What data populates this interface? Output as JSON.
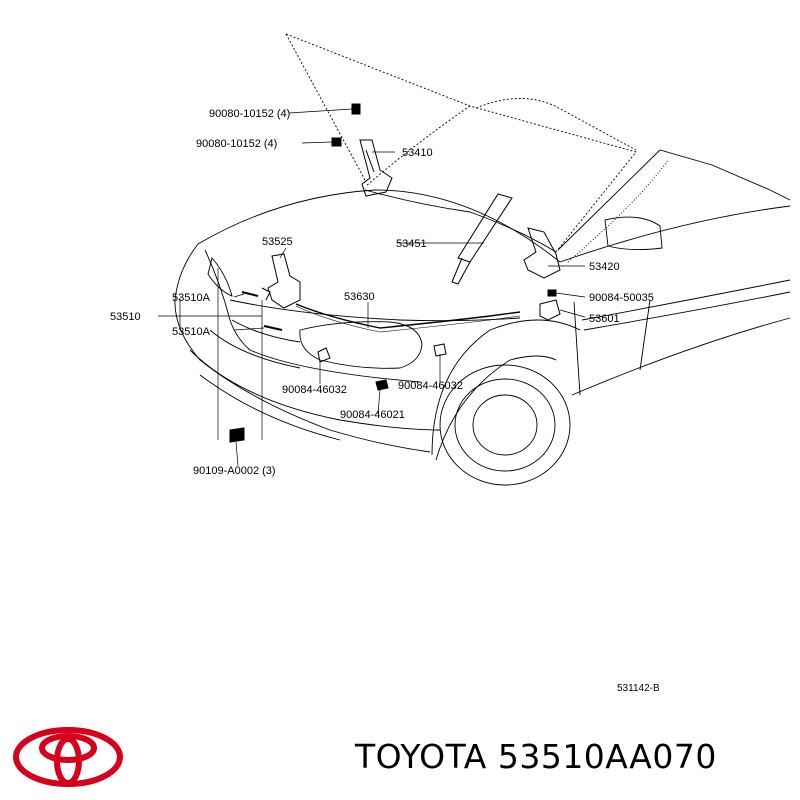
{
  "diagram": {
    "reference_code": "531142-B",
    "parts": [
      {
        "label": "90080-10152 (4)"
      },
      {
        "label": "90080-10152 (4)"
      },
      {
        "label": "53410"
      },
      {
        "label": "53525"
      },
      {
        "label": "53451"
      },
      {
        "label": "53420"
      },
      {
        "label": "53510A"
      },
      {
        "label": "53630"
      },
      {
        "label": "90084-50035"
      },
      {
        "label": "53510"
      },
      {
        "label": "53601"
      },
      {
        "label": "53510A"
      },
      {
        "label": "90084-46032"
      },
      {
        "label": "90084-46032"
      },
      {
        "label": "90084-46021"
      },
      {
        "label": "90109-A0002 (3)"
      }
    ]
  },
  "caption": {
    "brand": "TOYOTA",
    "part_number": "53510AA070"
  },
  "logo": {
    "icon": "toyota-logo-icon",
    "color": "#d6001c"
  }
}
